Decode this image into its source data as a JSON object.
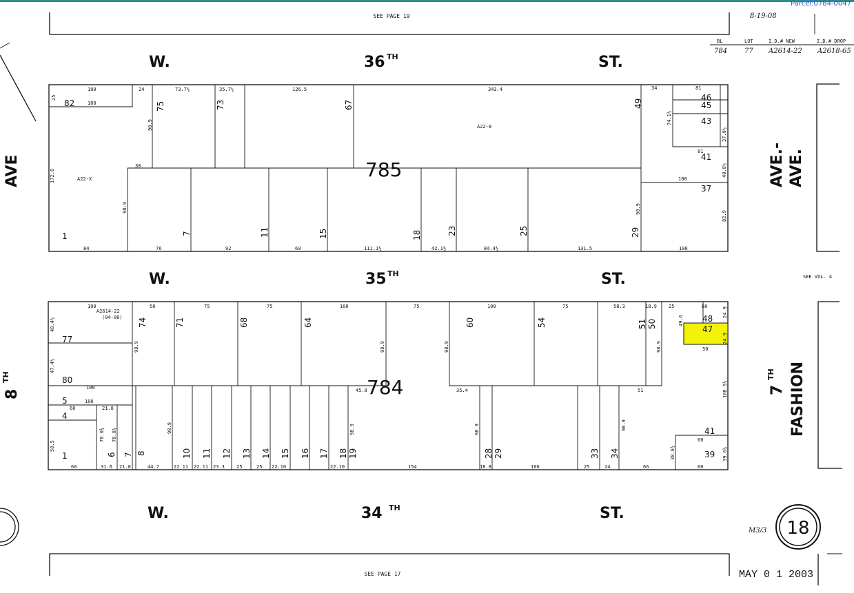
{
  "parcel_id": "Parcel:0784-0047",
  "references": {
    "top": "SEE PAGE 19",
    "bottom": "SEE PAGE 17",
    "right": "SEE VOL. 4"
  },
  "streets": {
    "w36_prefix": "W.",
    "w36_num": "36",
    "w36_suffix": "TH",
    "w36_st": "ST.",
    "w35_prefix": "W.",
    "w35_num": "35",
    "w35_suffix": "TH",
    "w35_st": "ST.",
    "w34_prefix": "W.",
    "w34_num": "34",
    "w34_suffix": "TH",
    "w34_st": "ST.",
    "left_ave": "AVE",
    "left_num": "8",
    "left_suffix": "TH",
    "right_ave_a": "AVE.-",
    "right_ave_b": "AVE.",
    "right_num": "7",
    "right_suffix": "TH",
    "right_fashion": "FASHION"
  },
  "blocks": {
    "north": "785",
    "south": "784"
  },
  "header_table": {
    "date": "8-19-08",
    "cols": [
      "BL",
      "LOT",
      "I.D.# NEW",
      "I.D.# DROP"
    ],
    "row": [
      "784",
      "77",
      "A2614-22",
      "A2618-65"
    ]
  },
  "highlighted_lot": "47",
  "sheet_number": "18",
  "sheet_prefix": "M3/3",
  "stamp_date": "MAY 0 1 2003",
  "block785": {
    "lots": [
      {
        "id": "82"
      },
      {
        "id": "75"
      },
      {
        "id": "73"
      },
      {
        "id": "67"
      },
      {
        "id": "49"
      },
      {
        "id": "46"
      },
      {
        "id": "45"
      },
      {
        "id": "43"
      },
      {
        "id": "41"
      },
      {
        "id": "37"
      },
      {
        "id": "1"
      },
      {
        "id": "7"
      },
      {
        "id": "11"
      },
      {
        "id": "15"
      },
      {
        "id": "18"
      },
      {
        "id": "23"
      },
      {
        "id": "25"
      },
      {
        "id": "29"
      }
    ],
    "tags": [
      "A22-X",
      "A22-8"
    ],
    "dims": {
      "d1": "100",
      "d2": "25",
      "d3": "100",
      "d4": "24",
      "d5": "73.7½",
      "d6": "35.7½",
      "d7": "126.5",
      "d8": "343.4",
      "d9": "34",
      "d10": "81",
      "d11": "172.6",
      "d12": "98.9",
      "d13": "30",
      "d14": "98.9",
      "d15": "74.1½",
      "d16": "81",
      "d17": "100",
      "d18": "98.9",
      "d19": "82.9",
      "d20": "84",
      "d21": "76",
      "d22": "92",
      "d23": "69",
      "d24": "111.1½",
      "d25": "42.1½",
      "d26": "84.4½",
      "d27": "131.5",
      "d28": "100",
      "d29": "37.0½",
      "d30": "40.8½"
    }
  },
  "block784": {
    "lots": [
      {
        "id": "77"
      },
      {
        "id": "74"
      },
      {
        "id": "71"
      },
      {
        "id": "68"
      },
      {
        "id": "64"
      },
      {
        "id": "60"
      },
      {
        "id": "54"
      },
      {
        "id": "51"
      },
      {
        "id": "50"
      },
      {
        "id": "48"
      },
      {
        "id": "47"
      },
      {
        "id": "80"
      },
      {
        "id": "5"
      },
      {
        "id": "4"
      },
      {
        "id": "1"
      },
      {
        "id": "6"
      },
      {
        "id": "7"
      },
      {
        "id": "8"
      },
      {
        "id": "10"
      },
      {
        "id": "11"
      },
      {
        "id": "12"
      },
      {
        "id": "13"
      },
      {
        "id": "14"
      },
      {
        "id": "15"
      },
      {
        "id": "16"
      },
      {
        "id": "17"
      },
      {
        "id": "18"
      },
      {
        "id": "19"
      },
      {
        "id": "28"
      },
      {
        "id": "29"
      },
      {
        "id": "33"
      },
      {
        "id": "34"
      },
      {
        "id": "41"
      },
      {
        "id": "39"
      }
    ],
    "tag": "A2614-22",
    "tag_date": "(04-08)",
    "dims": {
      "e1": "100",
      "e2": "50",
      "e3": "75",
      "e4": "75",
      "e5": "100",
      "e6": "75",
      "e7": "100",
      "e8": "75",
      "e9": "58.3",
      "e10": "18.9",
      "e11": "25",
      "e12": "60",
      "e13": "49.6",
      "e14": "24.9",
      "e15": "48.4½",
      "e16": "47.4½",
      "e17": "98.9",
      "e18": "98.9",
      "e19": "98.9",
      "e20": "98.9",
      "e21": "50",
      "e22": "108.5½",
      "e23": "45.8",
      "e24": "35.4",
      "e25": "51",
      "e26": "100",
      "e27": "60",
      "e28": "100",
      "e29": "21.8",
      "e30": "98.9",
      "e31": "98.9",
      "e32": "98.9",
      "e33": "98.9",
      "e34": "60",
      "e35": "38.6½",
      "e36": "39.6½",
      "e37": "60",
      "e38": "60",
      "e39": "31.6",
      "e40": "21.8",
      "e41": "44.7",
      "e42": "22.11",
      "e43": "22.11",
      "e44": "23.3",
      "e45": "25",
      "e46": "25",
      "e47": "22.10",
      "e48": "22.10",
      "e49": "154",
      "e50": "18.8",
      "e51": "100",
      "e52": "25",
      "e53": "24",
      "e54": "66",
      "e55": "58.5",
      "e56": "78.0¾",
      "e57": "78.0¾",
      "e58": "24.9"
    }
  },
  "colors": {
    "highlight": "#f2f20a",
    "frame": "#2a8f8f",
    "parcel_text": "#2a54c9"
  }
}
